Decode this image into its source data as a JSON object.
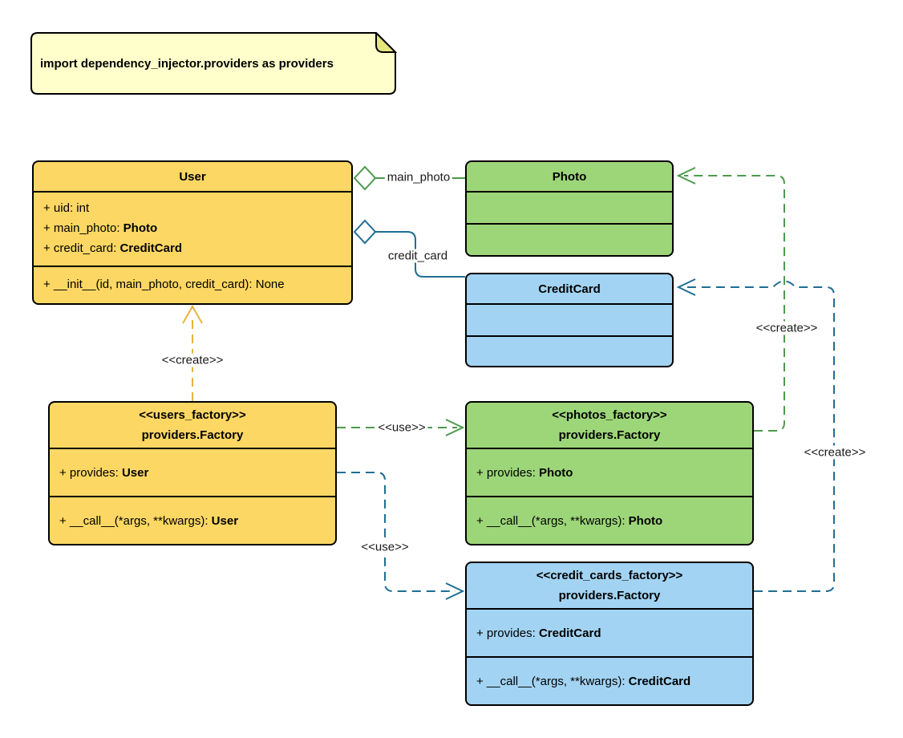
{
  "note": {
    "text": "import dependency_injector.providers as providers"
  },
  "colors": {
    "yellow_fill": "#FCD763",
    "green_fill": "#9DD679",
    "blue_fill": "#A2D3F2",
    "note_fill": "#FFFFCC",
    "fold_fill": "#E6E67E",
    "amber_line": "#E8B43C",
    "green_line": "#4D9A4D",
    "blue_line": "#1F6E93",
    "border": "#000000",
    "label_color": "#191919"
  },
  "classes": {
    "user": {
      "name": "User",
      "attrs": [
        {
          "pre": "+ uid: int",
          "bold": ""
        },
        {
          "pre": "+ main_photo: ",
          "bold": "Photo"
        },
        {
          "pre": "+ credit_card: ",
          "bold": "CreditCard"
        }
      ],
      "methods": [
        {
          "pre": "+ __init__(id, main_photo, credit_card): None",
          "bold": ""
        }
      ]
    },
    "photo": {
      "name": "Photo"
    },
    "credit_card": {
      "name": "CreditCard"
    },
    "users_factory": {
      "stereotype": "<<users_factory>>",
      "name": "providers.Factory",
      "attrs": [
        {
          "pre": "+ provides: ",
          "bold": "User"
        }
      ],
      "methods": [
        {
          "pre": "+ __call__(*args, **kwargs): ",
          "bold": "User"
        }
      ]
    },
    "photos_factory": {
      "stereotype": "<<photos_factory>>",
      "name": "providers.Factory",
      "attrs": [
        {
          "pre": "+ provides: ",
          "bold": "Photo"
        }
      ],
      "methods": [
        {
          "pre": "+ __call__(*args, **kwargs): ",
          "bold": "Photo"
        }
      ]
    },
    "credit_cards_factory": {
      "stereotype": "<<credit_cards_factory>>",
      "name": "providers.Factory",
      "attrs": [
        {
          "pre": "+ provides: ",
          "bold": "CreditCard"
        }
      ],
      "methods": [
        {
          "pre": "+ __call__(*args, **kwargs): ",
          "bold": "CreditCard"
        }
      ]
    }
  },
  "edge_labels": {
    "main_photo": "main_photo",
    "credit_card": "credit_card",
    "create_user": "<<create>>",
    "create_photo": "<<create>>",
    "create_credit_card": "<<create>>",
    "use_photos": "<<use>>",
    "use_credit_cards": "<<use>>"
  }
}
